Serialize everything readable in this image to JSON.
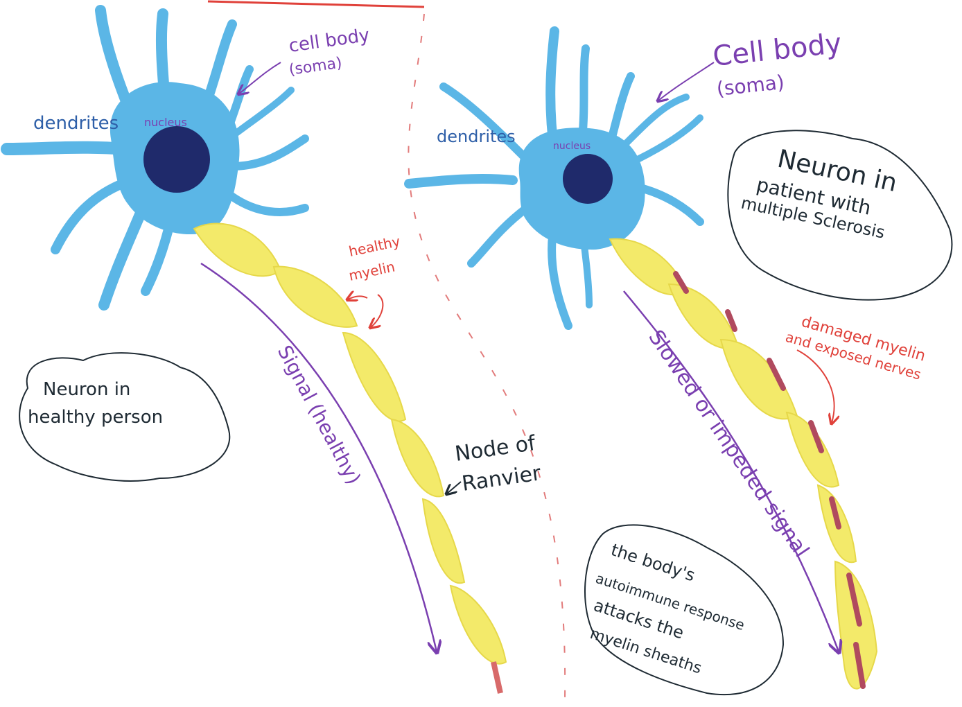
{
  "left_neuron": {
    "cell_body_label": [
      "cell body",
      "(soma)"
    ],
    "dendrites_label": "dendrites",
    "nucleus_label": "nucleus",
    "myelin_label": [
      "healthy",
      "myelin"
    ],
    "node_label": [
      "Node of",
      "Ranvier"
    ],
    "signal_label": "Signal (healthy)",
    "caption": [
      "Neuron in",
      "healthy person"
    ]
  },
  "right_neuron": {
    "cell_body_label": [
      "Cell body",
      "(soma)"
    ],
    "dendrites_label": "dendrites",
    "nucleus_label": "nucleus",
    "caption": [
      "Neuron in",
      "patient with",
      "multiple Sclerosis"
    ],
    "damage_label": [
      "damaged myelin",
      "and exposed nerves"
    ],
    "signal_label": "Slowed or impeded signal",
    "autoimmune_note": [
      "the body's",
      "autoimmune response",
      "attacks the",
      "myelin sheaths"
    ]
  },
  "colors": {
    "soma_blue": "#5bb6e6",
    "nucleus_navy": "#1f2a6b",
    "myelin_yellow": "#f3ea6a",
    "damage_red": "#b04a5e",
    "label_blue": "#2e5fa8",
    "label_purple": "#7a3fb0",
    "label_red": "#e0413a",
    "ink_dark": "#1e2a33",
    "divider_red": "#e27b7b"
  }
}
